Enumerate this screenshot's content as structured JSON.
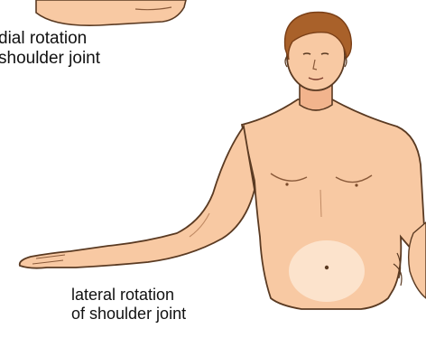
{
  "labels": {
    "medial": {
      "line1": "dial rotation",
      "line2": "shoulder joint"
    },
    "lateral": {
      "line1": "lateral rotation",
      "line2": "of shoulder joint"
    }
  },
  "colors": {
    "skin": "#f8c9a3",
    "skin_shadow": "#eaa37c",
    "outline": "#5a3a22",
    "hair": "#a9612a",
    "hair_dark": "#7a3f17",
    "navel_glow": "#fde7d4"
  }
}
